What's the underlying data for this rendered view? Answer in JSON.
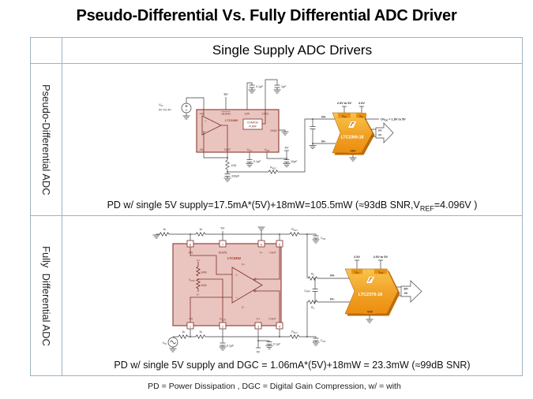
{
  "title": "Pseudo-Differential Vs. Fully Differential ADC Driver",
  "header": "Single Supply ADC Drivers",
  "rows": {
    "pseudo": {
      "label": "Pseudo-Differential ADC"
    },
    "fully": {
      "label": "Fully  Differential ADC"
    }
  },
  "captions": {
    "c1a": "PD w/ single 5V supply=17.5mA*(5V)+18mW=105.5mW (≈93dB SNR,V",
    "c1sub": "REF",
    "c1b": "=4.096V )",
    "c2": "PD w/ single 5V supply and DGC = 1.06mA*(5V)+18mW = 23.3mW (≈99dB SNR)"
  },
  "footnote": "PD = Power Dissipation , DGC = Digital Gain Compression, w/ = with",
  "colors": {
    "pink_block": "#eac5c0",
    "block_border": "#8a372c",
    "adc_orange": "#efa024",
    "table_border": "#9fb3c1"
  },
  "c1": {
    "vin_m": "V",
    "vin_s": "IN",
    "vin_range": "0V TO 4V",
    "supply_shdn": "5V",
    "cap_cpi": "0.1µF",
    "cap_cpo": "1µF",
    "chip": "LTC6360",
    "pump1": "CHARGE",
    "pump2": "PUMP",
    "pin_inp": "+IN",
    "pin_shdn": "SHDN",
    "pin_cpi": "CPI",
    "pin_cpo": "CPO",
    "pin_gnd": "GND",
    "pin_inn": "-IN",
    "pin_out": "OUT",
    "pin_vcc_m": "V",
    "pin_vcc_s": "CC",
    "pin_vdd_m": "V",
    "pin_vdd_s": "DD",
    "amp_plus": "+",
    "amp_minus": "−",
    "r_out": "10Ω",
    "c_out": "330pF",
    "cap_vcc": "0.1µF",
    "supply_vdd": "5V",
    "cap_vdd": "10µF",
    "radc_m": "R",
    "radc_s": "ADC",
    "adc": {
      "sup_vref": "2.5V to 5V",
      "sup_vdd": "2.5V",
      "tab_vref_m": "V",
      "tab_vref_s": "REF",
      "tab_vdd_m": "V",
      "tab_vdd_s": "DD",
      "inp": "IN+",
      "inn": "IN−",
      "name": "LTC2369-18",
      "gnd": "GND",
      "ovdd_m": "OV",
      "ovdd_s": "DD",
      "ovdd_t": " = 1.8V to 5V",
      "spi1": "SPI",
      "spi2": "I/O"
    }
  },
  "c2": {
    "r_top1": "1k",
    "r_top2": "1k",
    "supply_shdn": "5V",
    "chip": "LTC6362",
    "n8": "8",
    "n7": "7",
    "n6": "6",
    "n5": "5",
    "n1": "1",
    "n2": "2",
    "n3": "3",
    "n4": "4",
    "pin_inp": "+IN",
    "pin_shdn": "SHDN",
    "pin_vminus": "V−",
    "pin_outn": "−OUT",
    "pin_inn": "−IN",
    "pin_vocm_m": "V",
    "pin_vocm_s": "OCM",
    "pin_vplus": "V+",
    "pin_outp": "+OUT",
    "int_vplus": "V+",
    "int_vminus": "V−",
    "amp_vplus": "V+",
    "amp_vminus": "V−",
    "r_340k_1": "340k",
    "r_340k_2": "340k",
    "vocm_m": "V",
    "vocm_s": "OCM",
    "amp_plus": "+",
    "amp_minus": "−",
    "vin_m": "V",
    "vin_s": "IN",
    "r_bot1": "1k",
    "r_bot2": "1k",
    "cap_vocm": "0.1µF",
    "supply_vplus": "5V",
    "cap_vplus": "0.1µF",
    "rfilt_m": "R",
    "rfilt_s": "FILT",
    "rs_m": "R",
    "rs_s": "S",
    "ccm_m": "C",
    "ccm_s": "CM",
    "cdiff_m": "C",
    "cdiff_s": "DIFF",
    "adc": {
      "sup_vdd": "2.5V",
      "sup_vref": "2.5V to 5V",
      "tab_vdd_m": "V",
      "tab_vdd_s": "DD",
      "tab_vref_m": "V",
      "tab_vref_s": "REF",
      "inp": "IN+",
      "inn": "IN−",
      "name": "LTC2379-18",
      "gnd": "GND",
      "spi1": "SPI",
      "spi2": "I/O"
    }
  }
}
